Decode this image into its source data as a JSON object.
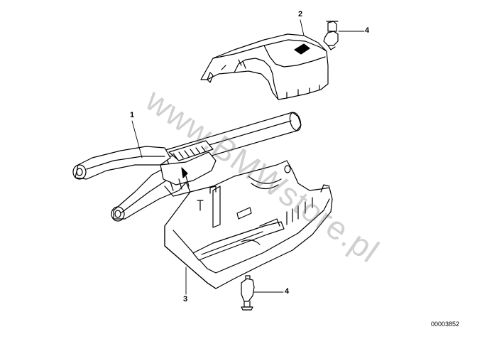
{
  "callouts": {
    "part1": "1",
    "part2": "2",
    "part3": "3",
    "part4_top": "4",
    "part4_bottom": "4"
  },
  "document_number": "00003852",
  "watermark": "www.BMWstore.pl",
  "colors": {
    "line": "#000000",
    "watermark": "#8a8a8a",
    "background": "#ffffff"
  }
}
